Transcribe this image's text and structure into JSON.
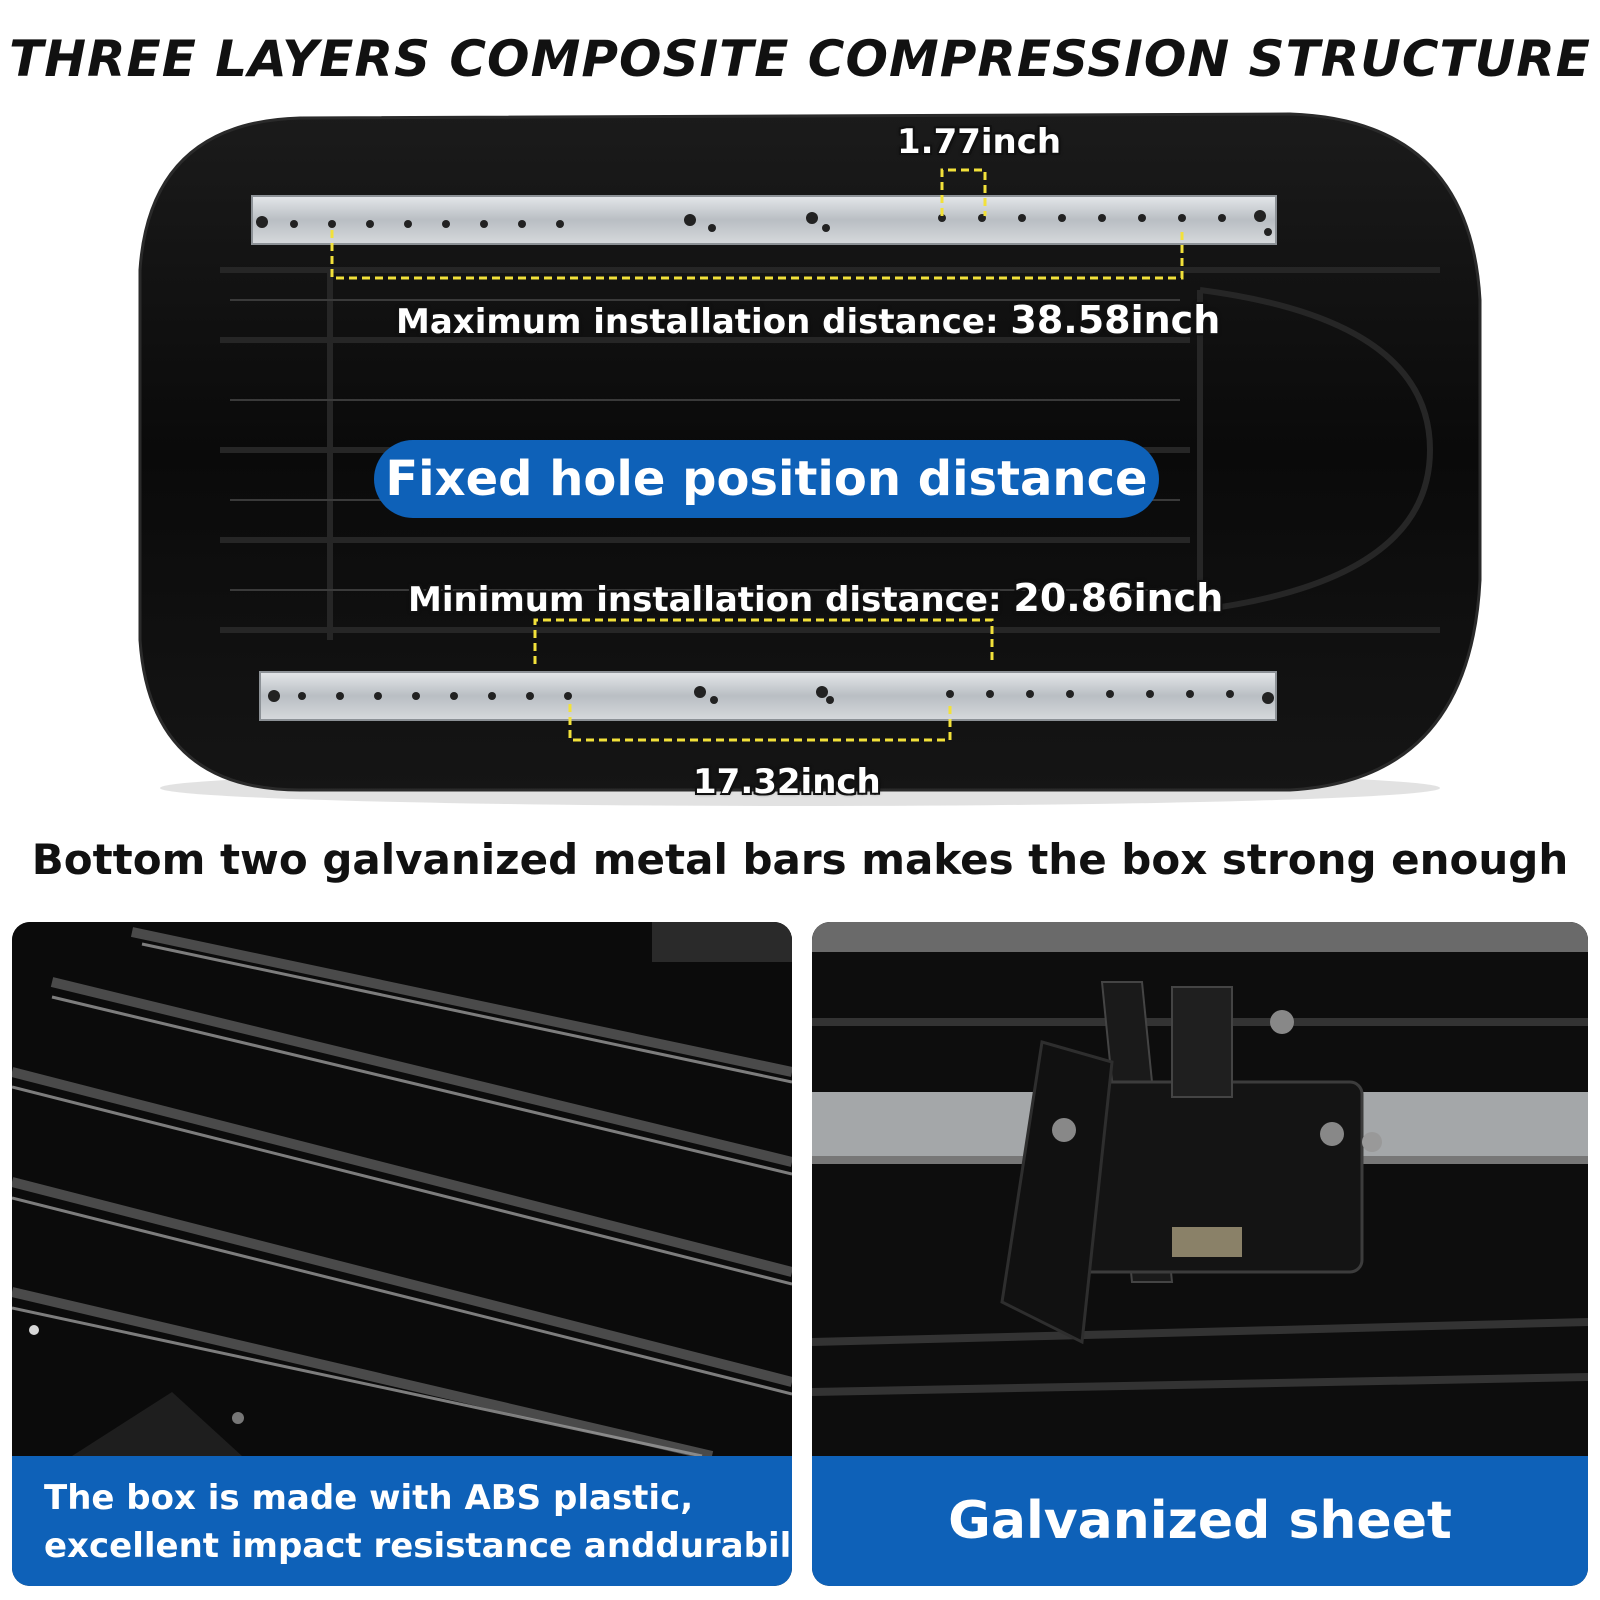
{
  "title": "THREE LAYERS COMPOSITE COMPRESSION STRUCTURE",
  "top_figure": {
    "small_spacing_label": "1.77inch",
    "max_label_text": "Maximum installation distance: ",
    "max_label_value": "38.58inch",
    "pill_text": "Fixed hole position distance",
    "min_label_text": "Minimum installation distance: ",
    "min_label_value": "20.86inch",
    "bottom_spacing_label": "17.32inch"
  },
  "subtitle": "Bottom two galvanized metal bars makes the box strong enough",
  "panels": {
    "left_caption_line1": "The box is made with ABS plastic,",
    "left_caption_line2": "excellent impact resistance anddurability",
    "right_caption": "Galvanized sheet"
  },
  "colors": {
    "accent_blue": "#0e61b8",
    "dimension_yellow": "#f2e13a",
    "box_black": "#0b0b0b",
    "metal_bar": "#c9cdd1"
  }
}
